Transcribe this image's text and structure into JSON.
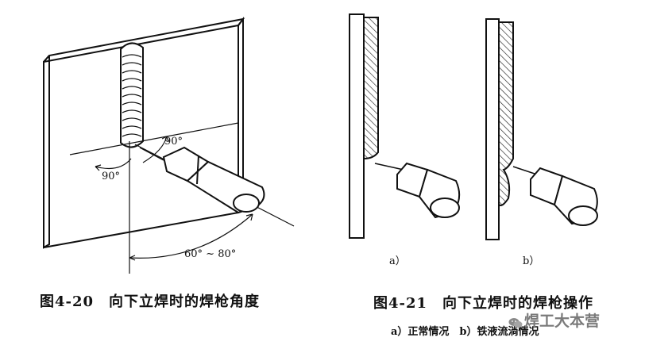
{
  "fig20": {
    "angle_a": "90°",
    "angle_b": "90°",
    "angle_c": "60° ~ 80°",
    "caption": "图4-20　向下立焊时的焊枪角度"
  },
  "fig21": {
    "panel_a": "a）",
    "panel_b": "b）",
    "caption": "图4-21　向下立焊时的焊枪操作",
    "subcaption": "a）正常情况　b）铁液流淌情况"
  },
  "watermark": {
    "icon": "wechat-icon",
    "text": "焊工大本营"
  }
}
